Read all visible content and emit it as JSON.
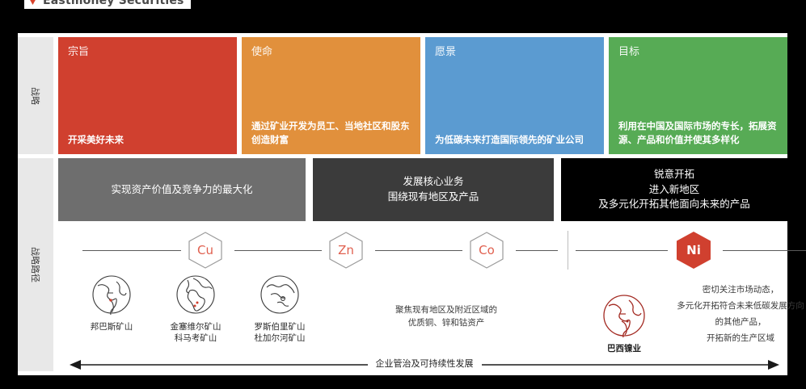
{
  "window": {
    "brand": "Eastmoney Securities",
    "brand_color": "#d9422b"
  },
  "slide": {
    "rails": [
      {
        "name": "strategy",
        "label": "战略"
      },
      {
        "name": "strategic-path",
        "label": "战略路径"
      }
    ],
    "pillars": [
      {
        "key": "purpose",
        "title": "宗旨",
        "body": "开采美好未来",
        "color": "#d0402f"
      },
      {
        "key": "mission",
        "title": "使命",
        "body": "通过矿业开发为员工、当地社区和股东创造财富",
        "color": "#e1903c"
      },
      {
        "key": "vision",
        "title": "愿景",
        "body": "为低碳未来打造国际领先的矿业公司",
        "color": "#5b9bd1"
      },
      {
        "key": "goal",
        "title": "目标",
        "body": "利用在中国及国际市场的专长，拓展资源、产品和价值并使其多样化",
        "color": "#57ab55"
      }
    ],
    "bars": [
      {
        "key": "core-value",
        "lines": [
          "实现资产价值及竞争力的最大化"
        ],
        "color": "#6e6e6e"
      },
      {
        "key": "grow-core",
        "lines": [
          "发展核心业务",
          "围绕现有地区及产品"
        ],
        "color": "#3b3b3b"
      },
      {
        "key": "expand-new",
        "lines": [
          "锐意开拓",
          "进入新地区",
          "及多元化开拓其他面向未来的产品"
        ],
        "color": "#000000"
      }
    ],
    "elements": [
      {
        "symbol": "Cu",
        "style": "outline",
        "color": "#e0604f"
      },
      {
        "symbol": "Zn",
        "style": "outline",
        "color": "#e0604f"
      },
      {
        "symbol": "Co",
        "style": "outline",
        "color": "#e0604f"
      },
      {
        "symbol": "Ni",
        "style": "solid",
        "color": "#d0402f"
      }
    ],
    "mines": [
      {
        "key": "las-bambas",
        "name": "邦巴斯矿山"
      },
      {
        "key": "kinsevere",
        "name": "金塞维尔矿山\n科马考矿山"
      },
      {
        "key": "rosebery",
        "name": "罗斯伯里矿山\n杜加尔河矿山"
      }
    ],
    "mid_note": "聚焦现有地区及附近区域的\n优质铜、锌和钴资产",
    "brazil": {
      "caption": "巴西镍业"
    },
    "right_note": "密切关注市场动态，\n多元化开拓符合未来低碳发展方向\n的其他产品，\n开拓新的生产区域",
    "footer": {
      "caption": "企业管治及可持续性发展"
    }
  }
}
